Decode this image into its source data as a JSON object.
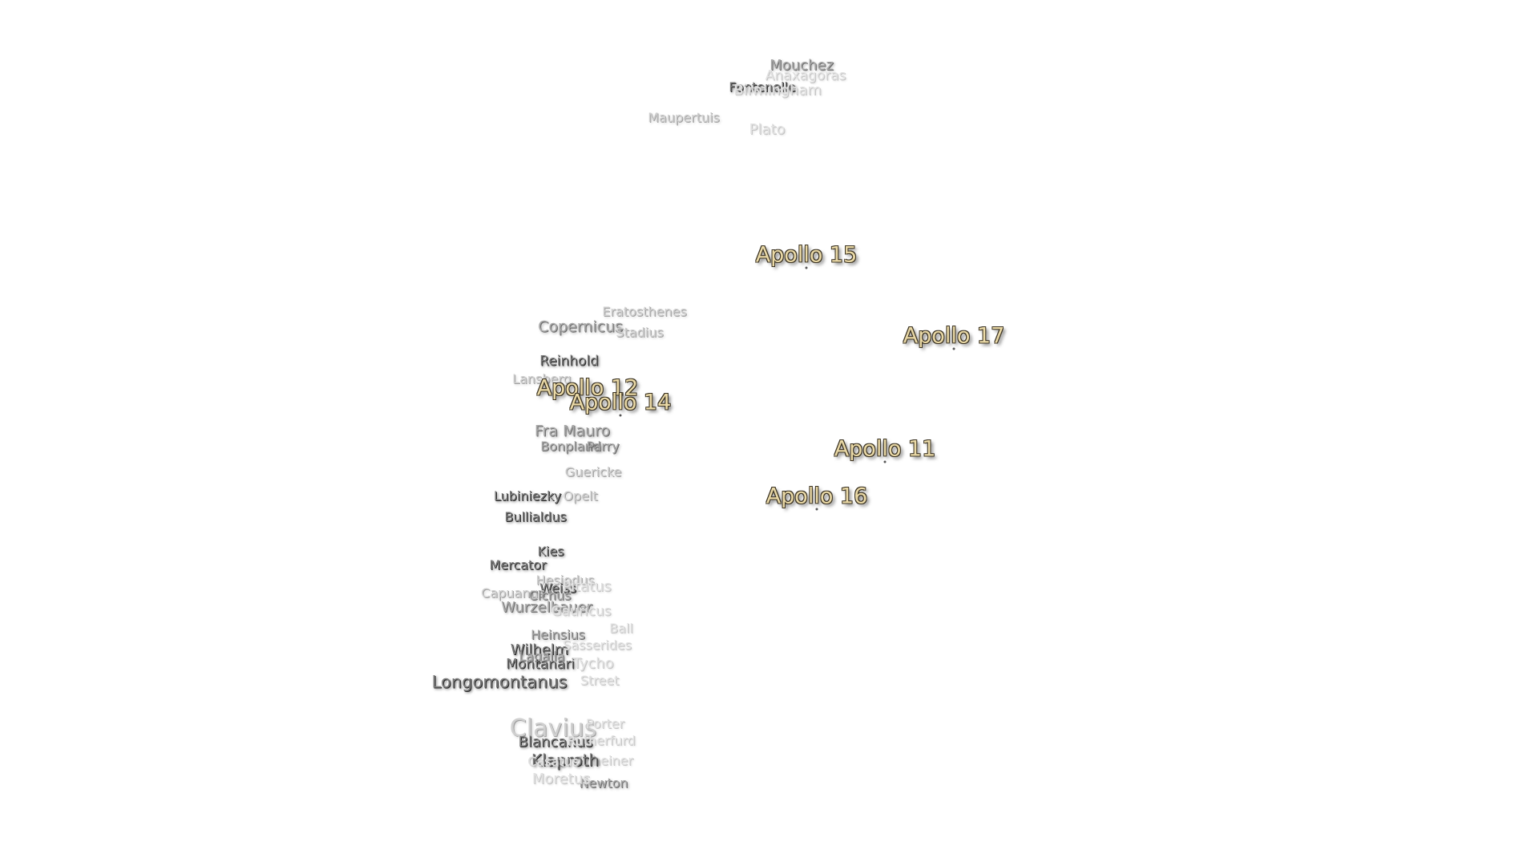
{
  "craters": [
    {
      "id": "mouchez",
      "name": "Mouchez",
      "tone": "t2",
      "size": 18
    },
    {
      "id": "anaxagoras",
      "name": "Anaxagoras",
      "tone": "t4",
      "size": 17
    },
    {
      "id": "fontenelle",
      "name": "Fontenelle",
      "tone": "t1",
      "size": 16
    },
    {
      "id": "birmingham",
      "name": "Birmingham",
      "tone": "t4",
      "size": 18
    },
    {
      "id": "maupertuis",
      "name": "Maupertuis",
      "tone": "t3",
      "size": 16
    },
    {
      "id": "plato",
      "name": "Plato",
      "tone": "t4",
      "size": 18
    },
    {
      "id": "eratosthenes",
      "name": "Eratosthenes",
      "tone": "t3",
      "size": 16
    },
    {
      "id": "copernicus",
      "name": "Copernicus",
      "tone": "t2",
      "size": 19
    },
    {
      "id": "stadius",
      "name": "Stadius",
      "tone": "t3",
      "size": 16
    },
    {
      "id": "reinhold",
      "name": "Reinhold",
      "tone": "t1",
      "size": 17
    },
    {
      "id": "lansberg",
      "name": "Lansberg",
      "tone": "t3",
      "size": 16
    },
    {
      "id": "fra-mauro",
      "name": "Fra Mauro",
      "tone": "t2",
      "size": 19
    },
    {
      "id": "bonpland",
      "name": "Bonpland",
      "tone": "t2",
      "size": 16
    },
    {
      "id": "parry",
      "name": "Parry",
      "tone": "t2",
      "size": 16
    },
    {
      "id": "guericke",
      "name": "Guericke",
      "tone": "t3",
      "size": 16
    },
    {
      "id": "lubiniezky",
      "name": "Lubiniezky",
      "tone": "t1",
      "size": 16
    },
    {
      "id": "opelt",
      "name": "Opelt",
      "tone": "t3",
      "size": 16
    },
    {
      "id": "bullialdus",
      "name": "Bullialdus",
      "tone": "t1",
      "size": 16
    },
    {
      "id": "kies",
      "name": "Kies",
      "tone": "t1",
      "size": 16
    },
    {
      "id": "mercator",
      "name": "Mercator",
      "tone": "t1",
      "size": 16
    },
    {
      "id": "hesiodus",
      "name": "Hesiodus",
      "tone": "t3",
      "size": 16
    },
    {
      "id": "weiss",
      "name": "Weiss",
      "tone": "t1",
      "size": 16
    },
    {
      "id": "pitatus",
      "name": "Pitatus",
      "tone": "t4",
      "size": 18
    },
    {
      "id": "capuanus",
      "name": "Capuanus",
      "tone": "t3",
      "size": 16
    },
    {
      "id": "cichus",
      "name": "Cichus",
      "tone": "t2",
      "size": 16
    },
    {
      "id": "wurzelbauer",
      "name": "Wurzelbauer",
      "tone": "t2",
      "size": 18
    },
    {
      "id": "gauricus",
      "name": "Gauricus",
      "tone": "t4",
      "size": 17
    },
    {
      "id": "heinsius",
      "name": "Heinsius",
      "tone": "t2",
      "size": 16
    },
    {
      "id": "ball",
      "name": "Ball",
      "tone": "t4",
      "size": 16
    },
    {
      "id": "wilhelm",
      "name": "Wilhelm",
      "tone": "t1",
      "size": 18
    },
    {
      "id": "sasserides",
      "name": "Sasserides",
      "tone": "t4",
      "size": 16
    },
    {
      "id": "lagalla",
      "name": "Lagalla",
      "tone": "t2",
      "size": 16
    },
    {
      "id": "montanari",
      "name": "Montanari",
      "tone": "t1",
      "size": 17
    },
    {
      "id": "tycho",
      "name": "Tycho",
      "tone": "t4",
      "size": 18
    },
    {
      "id": "longomontanus",
      "name": "Longomontanus",
      "tone": "t1",
      "size": 21
    },
    {
      "id": "street",
      "name": "Street",
      "tone": "t4",
      "size": 16
    },
    {
      "id": "clavius",
      "name": "Clavius",
      "tone": "t3",
      "size": 30
    },
    {
      "id": "porter",
      "name": "Porter",
      "tone": "t4",
      "size": 16
    },
    {
      "id": "blancanus",
      "name": "Blancanus",
      "tone": "t1",
      "size": 18
    },
    {
      "id": "rutherfurd",
      "name": "Rutherfurd",
      "tone": "t4",
      "size": 16
    },
    {
      "id": "scheiner",
      "name": "Scheiner",
      "tone": "t4",
      "size": 16
    },
    {
      "id": "klaproth",
      "name": "Klaproth",
      "tone": "t1",
      "size": 20
    },
    {
      "id": "casatus",
      "name": "Casatus",
      "tone": "t4",
      "size": 16
    },
    {
      "id": "newton",
      "name": "Newton",
      "tone": "t2",
      "size": 16
    },
    {
      "id": "moretus",
      "name": "Moretus",
      "tone": "t4",
      "size": 18
    }
  ],
  "apollo_sites": [
    {
      "id": "apollo-15",
      "name": "Apollo 15"
    },
    {
      "id": "apollo-17",
      "name": "Apollo 17"
    },
    {
      "id": "apollo-12",
      "name": "Apollo 12"
    },
    {
      "id": "apollo-14",
      "name": "Apollo 14"
    },
    {
      "id": "apollo-11",
      "name": "Apollo 11"
    },
    {
      "id": "apollo-16",
      "name": "Apollo 16"
    }
  ]
}
